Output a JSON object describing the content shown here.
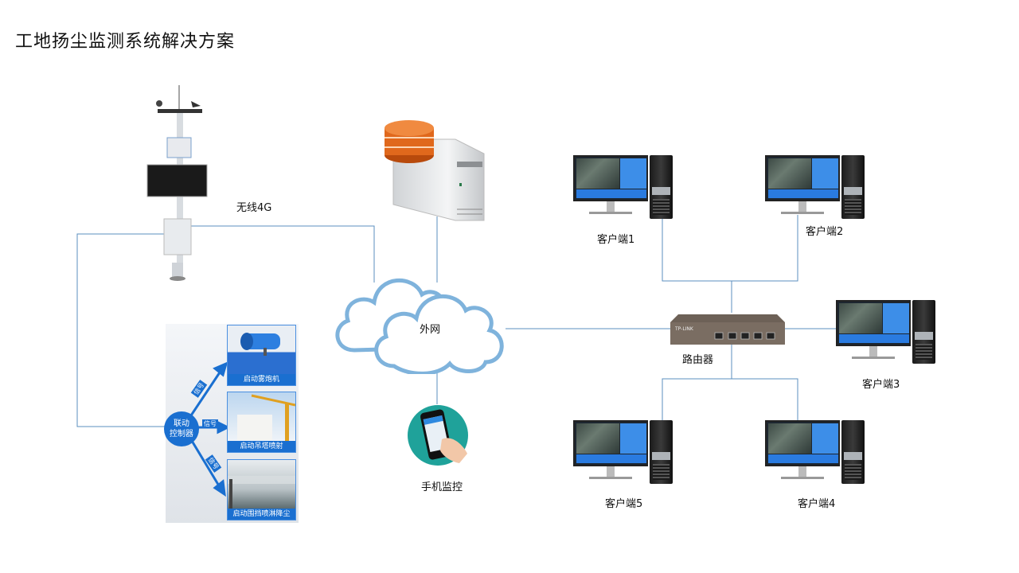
{
  "title": "工地扬尘监测系统解决方案",
  "colors": {
    "line": "#5b8fbf",
    "cloud_stroke": "#7fb3dc",
    "accent_blue": "#1a6fd0",
    "server_orange": "#e0681c",
    "phone_teal": "#1fa29a"
  },
  "nodes": {
    "monitor_station": {
      "label": "无线4G"
    },
    "server": {
      "label": ""
    },
    "cloud": {
      "label": "外网"
    },
    "phone": {
      "label": "手机监控"
    },
    "router": {
      "label": "路由器",
      "brand": "TP-LINK"
    },
    "clients": [
      {
        "label": "客户端1"
      },
      {
        "label": "客户端2"
      },
      {
        "label": "客户端3"
      },
      {
        "label": "客户端4"
      },
      {
        "label": "客户端5"
      }
    ]
  },
  "linkage": {
    "controller_label_1": "联动",
    "controller_label_2": "控制器",
    "signal_label": "信号",
    "actions": [
      {
        "caption": "启动雾炮机"
      },
      {
        "caption": "启动吊塔喷射"
      },
      {
        "caption": "启动围挡喷淋降尘"
      }
    ]
  }
}
